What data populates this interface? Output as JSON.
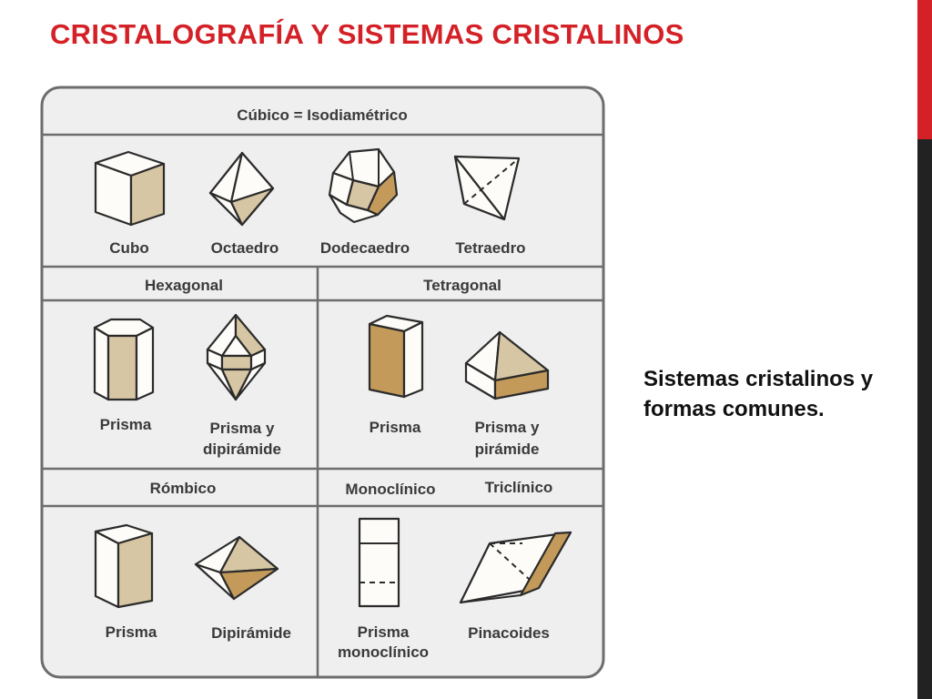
{
  "slide": {
    "title": "CRISTALOGRAFÍA Y SISTEMAS CRISTALINOS",
    "caption": "Sistemas cristalinos y formas comunes.",
    "colors": {
      "accent": "#d42127",
      "bar": "#222222",
      "panel": "#efefef",
      "crystal_shade": "#c49a5a"
    }
  },
  "diagram": {
    "sections": {
      "cubic": {
        "header": "Cúbico = Isodiamétrico",
        "shapes": [
          {
            "label": "Cubo",
            "icon": "cube-icon"
          },
          {
            "label": "Octaedro",
            "icon": "octahedron-icon"
          },
          {
            "label": "Dodecaedro",
            "icon": "dodecahedron-icon"
          },
          {
            "label": "Tetraedro",
            "icon": "tetrahedron-icon"
          }
        ]
      },
      "hexagonal": {
        "header": "Hexagonal",
        "shapes": [
          {
            "label": "Prisma",
            "icon": "hexagonal-prism-icon"
          },
          {
            "label_line1": "Prisma y",
            "label_line2": "dipirámide",
            "icon": "hexagonal-bipyramid-icon"
          }
        ]
      },
      "tetragonal": {
        "header": "Tetragonal",
        "shapes": [
          {
            "label": "Prisma",
            "icon": "tetragonal-prism-icon"
          },
          {
            "label_line1": "Prisma y",
            "label_line2": "pirámide",
            "icon": "tetragonal-pyramid-icon"
          }
        ]
      },
      "rhombic": {
        "header": "Rómbico",
        "shapes": [
          {
            "label": "Prisma",
            "icon": "rhombic-prism-icon"
          },
          {
            "label": "Dipirámide",
            "icon": "rhombic-bipyramid-icon"
          }
        ]
      },
      "monoclinic": {
        "header": "Monoclínico",
        "shapes": [
          {
            "label_line1": "Prisma",
            "label_line2": "monoclínico",
            "icon": "monoclinic-prism-icon"
          }
        ]
      },
      "triclinic": {
        "header": "Triclínico",
        "shapes": [
          {
            "label": "Pinacoides",
            "icon": "pinacoid-icon"
          }
        ]
      }
    }
  }
}
